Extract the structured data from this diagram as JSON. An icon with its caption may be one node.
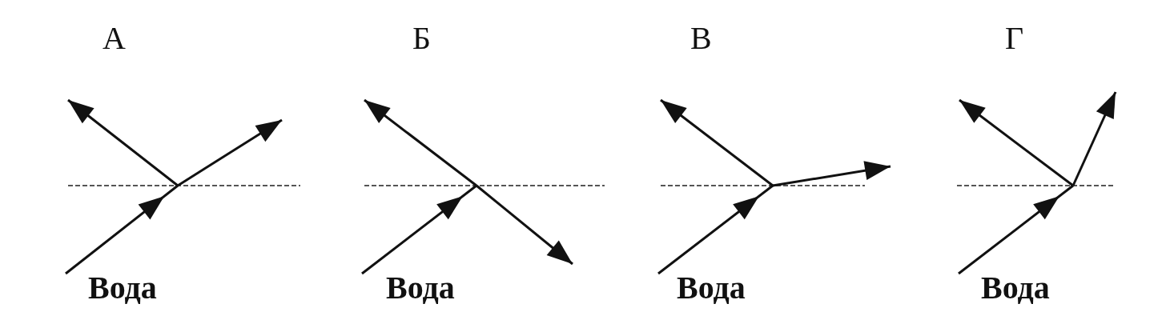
{
  "diagram": {
    "labels": [
      "А",
      "Б",
      "В",
      "Г",
      "Вода",
      "Вода",
      "Вода",
      "Вода"
    ]
  }
}
